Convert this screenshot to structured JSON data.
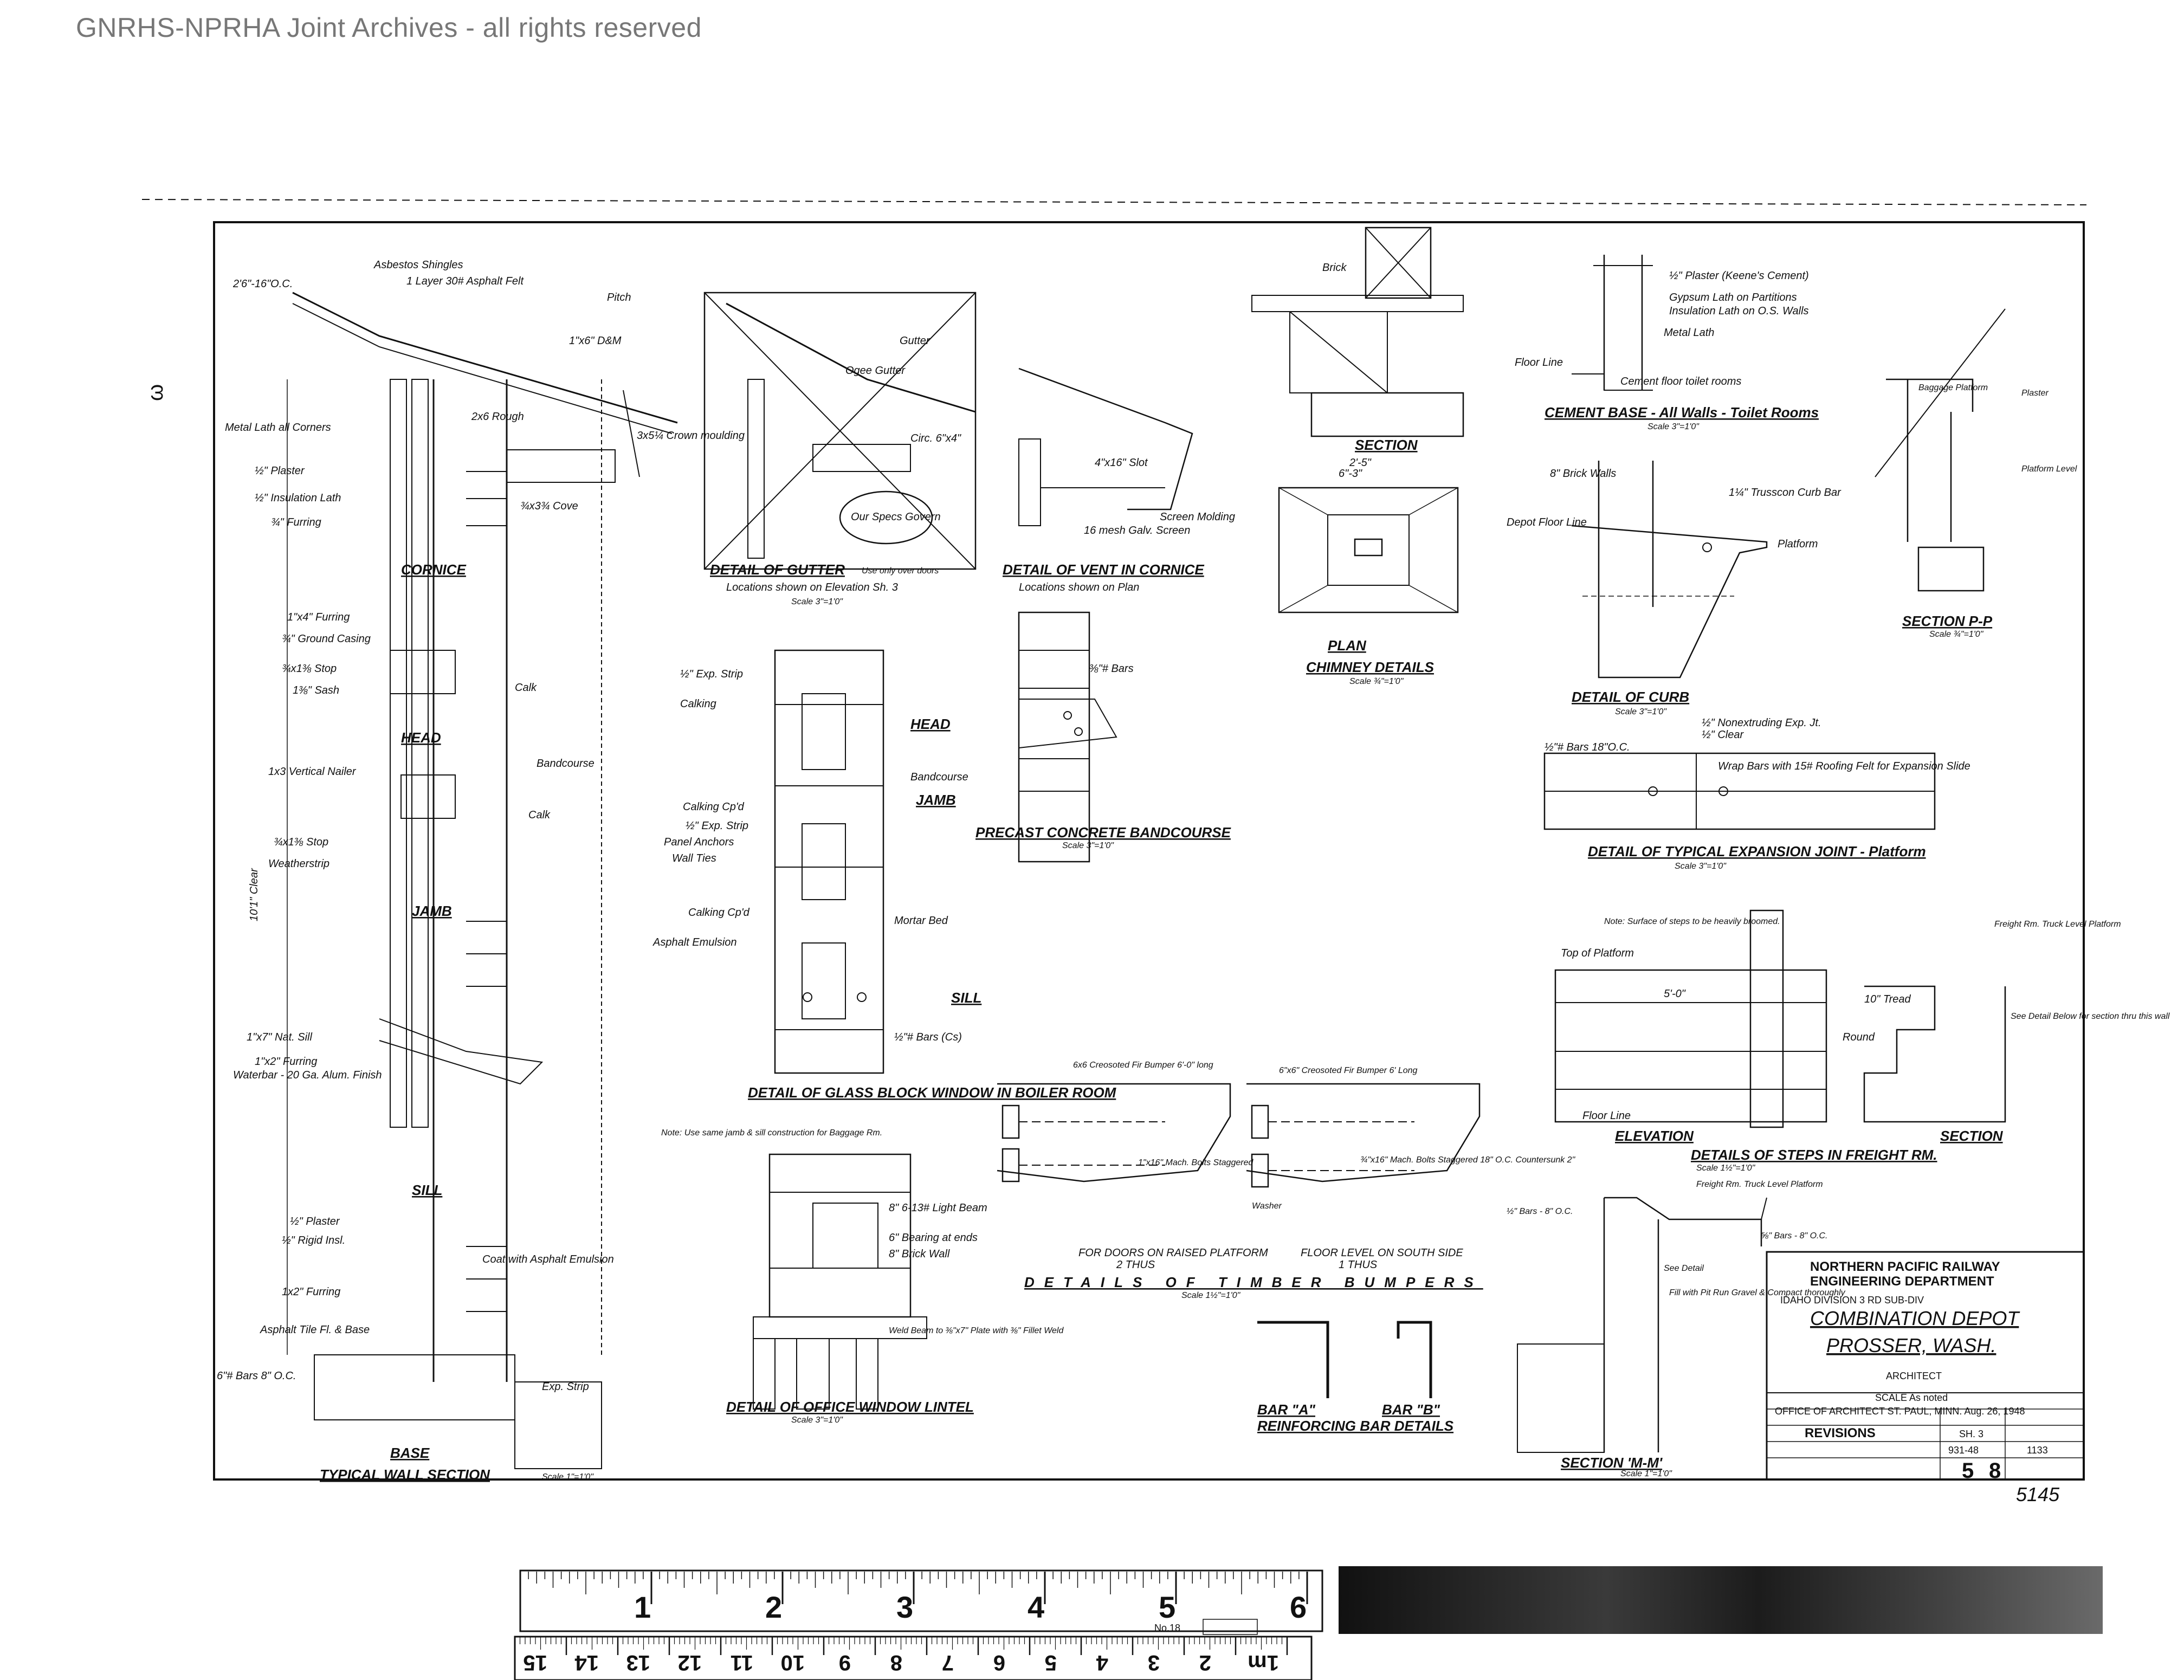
{
  "watermark": "GNRHS-NPRHA Joint Archives - all rights reserved",
  "margin_note": "ω",
  "wall": {
    "title": "TYPICAL WALL SECTION",
    "scale": "Scale 1\"=1'0\"",
    "height_label": "10'1\" Clear",
    "labels": [
      "Asbestos Shingles",
      "1 Layer 30# Asphalt Felt",
      "2'6\"-16\"O.C.",
      "Pitch",
      "1\"x6\" D&M",
      "Metal Lath all Corners",
      "½\" Plaster",
      "½\" Insulation Lath",
      "¾\" Furring",
      "2x6 Rough",
      "3x5¼ Crown moulding",
      "¾x3¾ Cove",
      "1\"x4\" Furring",
      "¾\" Ground Casing",
      "¾x1⅜ Stop",
      "1⅜\" Sash",
      "Calk",
      "Bandcourse",
      "1x3 Vertical Nailer",
      "¾x1⅜ Stop",
      "Weatherstrip",
      "1\"x7\" Nat. Sill",
      "1\"x2\" Furring",
      "Waterbar - 20 Ga. Alum. Finish",
      "½\" Plaster",
      "½\" Rigid Insl.",
      "1x2\" Furring",
      "Asphalt Tile Fl. & Base",
      "Coat with Asphalt Emulsion",
      "Exp. Strip",
      "6\"# Bars 8\" O.C."
    ],
    "sublabels": [
      "CORNICE",
      "HEAD",
      "JAMB",
      "SILL",
      "BASE"
    ]
  },
  "gutter": {
    "title": "DETAIL OF GUTTER",
    "note": "Use only over doors",
    "sub": "Locations shown on Elevation Sh. 3",
    "scale": "Scale 3\"=1'0\"",
    "labels": [
      "Gutter",
      "Ogee Gutter",
      "Circ. 6\"x4\"",
      "Our Specs Govern"
    ]
  },
  "vent": {
    "title": "DETAIL OF VENT IN CORNICE",
    "sub": "Locations shown on Plan",
    "labels": [
      "4\"x16\" Slot",
      "Screen Molding",
      "16 mesh Galv. Screen"
    ]
  },
  "glass_block": {
    "title": "DETAIL OF GLASS BLOCK WINDOW IN BOILER ROOM",
    "note": "Note: Use same jamb & sill construction for Baggage Rm.",
    "labels": [
      "½\" Exp. Strip",
      "Calking",
      "Calking Cp'd",
      "½\" Exp. Strip",
      "Panel Anchors",
      "Wall Ties",
      "Calking Cp'd",
      "Asphalt Emulsion",
      "Mortar Bed",
      "½\"# Bars (Cs)"
    ],
    "sublabels": [
      "HEAD",
      "Bandcourse",
      "JAMB",
      "SILL"
    ]
  },
  "bandcourse": {
    "title": "PRECAST CONCRETE BANDCOURSE",
    "scale": "Scale 3\"=1'0\"",
    "labels": [
      "⅜\"# Bars"
    ]
  },
  "chimney": {
    "section_title": "SECTION",
    "plan_title": "PLAN",
    "title": "CHIMNEY DETAILS",
    "scale": "Scale ¾\"=1'0\"",
    "labels": [
      "Brick",
      "6\"-3\"",
      "2'-5\""
    ]
  },
  "cement_base": {
    "title": "CEMENT BASE - All Walls - Toilet Rooms",
    "scale": "Scale 3\"=1'0\"",
    "labels": [
      "½\" Plaster (Keene's Cement)",
      "Gypsum Lath on Partitions",
      "Insulation Lath on O.S. Walls",
      "Metal Lath",
      "Floor Line",
      "Cement floor toilet rooms"
    ]
  },
  "curb": {
    "title": "DETAIL OF CURB",
    "scale": "Scale 3\"=1'0\"",
    "labels": [
      "8\" Brick Walls",
      "Depot Floor Line",
      "1¼\" Trusscon Curb Bar",
      "Platform"
    ]
  },
  "section_pp": {
    "title": "SECTION P-P",
    "scale": "Scale ¾\"=1'0\"",
    "labels": [
      "Baggage Platform",
      "Plaster",
      "Platform Level"
    ]
  },
  "expansion": {
    "title": "DETAIL OF TYPICAL EXPANSION JOINT - Platform",
    "scale": "Scale 3\"=1'0\"",
    "labels": [
      "½\" Nonextruding Exp. Jt.",
      "½\" Clear",
      "½\"# Bars 18\"O.C.",
      "Wrap Bars with 15# Roofing Felt for Expansion Slide"
    ]
  },
  "steps": {
    "title": "DETAILS OF STEPS IN FREIGHT RM.",
    "scale": "Scale 1½\"=1'0\"",
    "elevation": "ELEVATION",
    "section": "SECTION",
    "labels": [
      "Note: Surface of steps to be heavily broomed.",
      "Top of Platform",
      "5'-0\"",
      "Freight Rm. Truck Level Platform",
      "10\" Tread",
      "Round",
      "See Detail Below for section thru this wall",
      "Floor Line"
    ]
  },
  "bumpers": {
    "title": "DETAILS OF TIMBER BUMPERS",
    "scale": "Scale 1½\"=1'0\"",
    "labels": [
      "6x6 Creosoted Fir Bumper 6'-0\" long",
      "1\"x16\" Mach. Bolts Staggered",
      "¾\"x16\" Mach. Bolts Staggered 18\" O.C. Countersunk 2\"",
      "Washer",
      "6\"x6\" Creosoted Fir Bumper 6' Long",
      "FOR DOORS ON RAISED PLATFORM",
      "2 THUS",
      "FLOOR LEVEL ON SOUTH SIDE",
      "1 THUS"
    ]
  },
  "lintel": {
    "title": "DETAIL OF OFFICE WINDOW LINTEL",
    "scale": "Scale 3\"=1'0\"",
    "labels": [
      "8\" 6-13# Light Beam",
      "6\" Bearing at ends",
      "8\" Brick Wall",
      "Weld Beam to ⅜\"x7\" Plate with ⅜\" Fillet Weld"
    ]
  },
  "rebar": {
    "title": "REINFORCING BAR DETAILS",
    "bar_a": "BAR \"A\"",
    "bar_b": "BAR \"B\""
  },
  "section_mm": {
    "title": "SECTION 'M-M'",
    "scale": "Scale 1\"=1'0\"",
    "labels": [
      "Freight Rm. Truck Level Platform",
      "⅝\" Bars - 8\" O.C.",
      "½\" Bars - 8\" O.C.",
      "See Detail",
      "Fill with Pit Run Gravel & Compact thoroughly"
    ]
  },
  "title_block": {
    "org": "NORTHERN PACIFIC RAILWAY",
    "dept": "ENGINEERING DEPARTMENT",
    "division": "IDAHO   DIVISION  3 RD  SUB-DIV",
    "title": "COMBINATION DEPOT",
    "location": "PROSSER, WASH.",
    "architect": "ARCHITECT",
    "scale": "SCALE  As noted",
    "office": "OFFICE OF ARCHITECT  ST. PAUL, MINN.  Aug. 26, 1948",
    "revisions": "REVISIONS",
    "sheet_no": "931-48",
    "file": "1133",
    "sheet": "5",
    "of": "8",
    "sh_ref": "SH. 3",
    "hand_no": "5145"
  },
  "ruler": {
    "top_numbers": [
      "1",
      "2",
      "3",
      "4",
      "5",
      "6"
    ],
    "bottom_numbers": [
      "15",
      "14",
      "13",
      "12",
      "11",
      "10",
      "9",
      "8",
      "7",
      "6",
      "5",
      "4",
      "3",
      "2",
      "1m"
    ],
    "model": "No.18"
  }
}
